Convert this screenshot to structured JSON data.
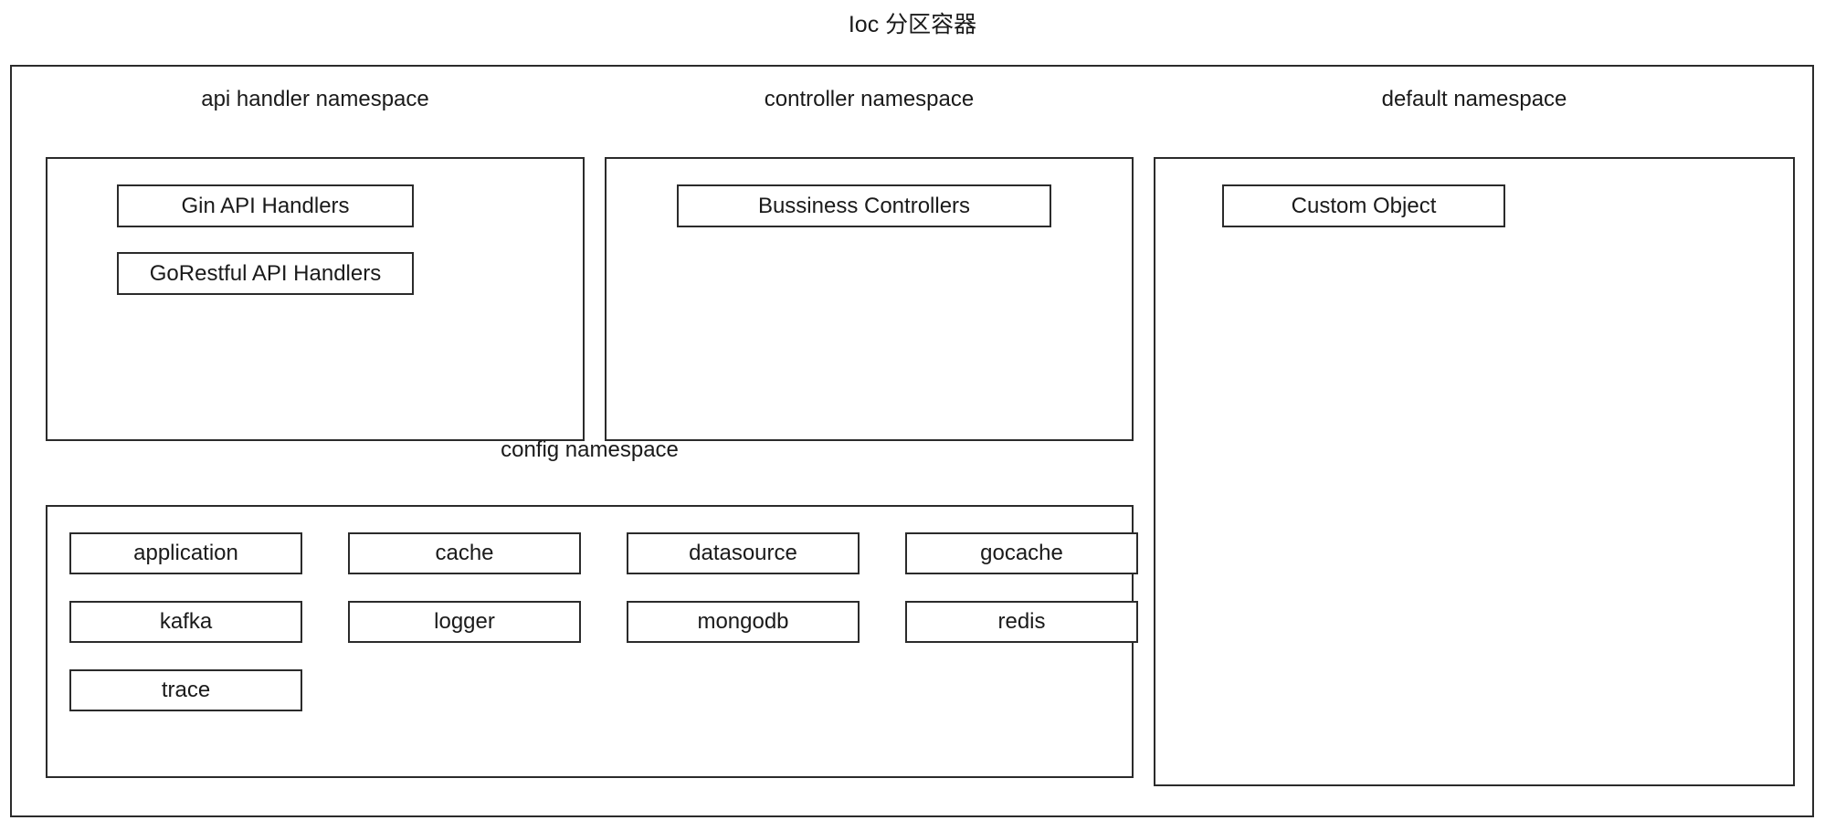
{
  "diagram": {
    "title": "Ioc 分区容器",
    "namespaces": [
      {
        "id": "api-handler",
        "label": "api handler namespace",
        "items": [
          {
            "label": "Gin API Handlers"
          },
          {
            "label": "GoRestful API Handlers"
          }
        ]
      },
      {
        "id": "controller",
        "label": "controller namespace",
        "items": [
          {
            "label": "Bussiness Controllers"
          }
        ]
      },
      {
        "id": "default",
        "label": "default namespace",
        "items": [
          {
            "label": "Custom Object"
          }
        ]
      },
      {
        "id": "config",
        "label": "config namespace",
        "items": [
          {
            "label": "application"
          },
          {
            "label": "cache"
          },
          {
            "label": "datasource"
          },
          {
            "label": "gocache"
          },
          {
            "label": "kafka"
          },
          {
            "label": "logger"
          },
          {
            "label": "mongodb"
          },
          {
            "label": "redis"
          },
          {
            "label": "trace"
          }
        ]
      }
    ]
  },
  "colors": {
    "background": "#ffffff",
    "stroke": "#2b2b2b",
    "text": "#1a1a1a"
  }
}
